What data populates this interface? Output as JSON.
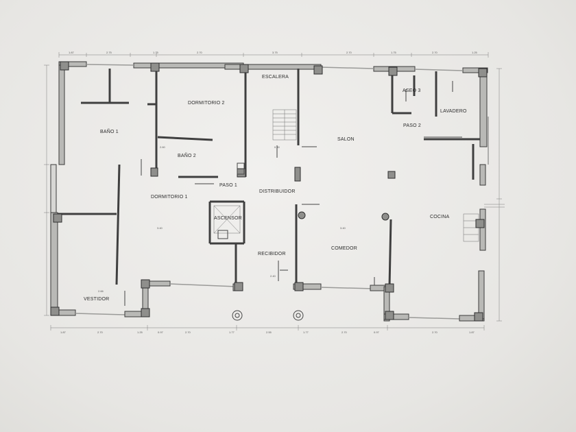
{
  "plan": {
    "rooms": {
      "bano1": "BAÑO 1",
      "dormitorio2": "DORMITORIO 2",
      "escalera": "ESCALERA",
      "aseo3": "ASEO 3",
      "lavadero": "LAVADERO",
      "paso2": "PASO 2",
      "salon": "SALON",
      "bano2": "BAÑO 2",
      "paso1": "PASO 1",
      "distribuidor": "DISTRIBUIDOR",
      "dormitorio1": "DORMITORIO 1",
      "ascensor": "ASCENSOR",
      "cocina": "COCINA",
      "comedor": "COMEDOR",
      "recibidor": "RECIBIDOR",
      "vestidor": "VESTIDOR"
    }
  }
}
